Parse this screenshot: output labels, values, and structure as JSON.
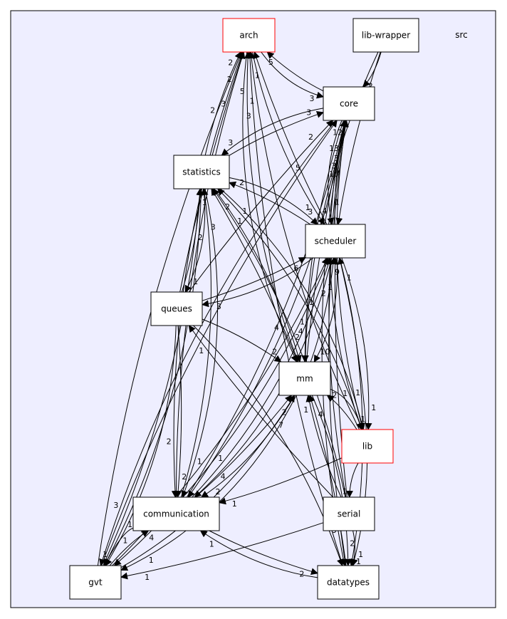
{
  "cluster": {
    "label": "src"
  },
  "nodes": [
    {
      "id": "arch",
      "label": "arch",
      "border": "#ff0000"
    },
    {
      "id": "lib-wrapper",
      "label": "lib-wrapper",
      "border": "#000000"
    },
    {
      "id": "core",
      "label": "core",
      "border": "#000000"
    },
    {
      "id": "statistics",
      "label": "statistics",
      "border": "#000000"
    },
    {
      "id": "scheduler",
      "label": "scheduler",
      "border": "#000000"
    },
    {
      "id": "queues",
      "label": "queues",
      "border": "#000000"
    },
    {
      "id": "mm",
      "label": "mm",
      "border": "#000000"
    },
    {
      "id": "lib",
      "label": "lib",
      "border": "#ff0000"
    },
    {
      "id": "communication",
      "label": "communication",
      "border": "#000000"
    },
    {
      "id": "serial",
      "label": "serial",
      "border": "#000000"
    },
    {
      "id": "gvt",
      "label": "gvt",
      "border": "#000000"
    },
    {
      "id": "datatypes",
      "label": "datatypes",
      "border": "#000000"
    }
  ],
  "edges": [
    {
      "from": "gvt",
      "to": "arch",
      "label": "2"
    },
    {
      "from": "communication",
      "to": "arch",
      "label": "3"
    },
    {
      "from": "statistics",
      "to": "arch",
      "label": "2"
    },
    {
      "from": "queues",
      "to": "arch",
      "label": "2"
    },
    {
      "from": "mm",
      "to": "arch",
      "label": "5"
    },
    {
      "from": "scheduler",
      "to": "arch",
      "label": "1"
    },
    {
      "from": "lib",
      "to": "arch",
      "label": "1"
    },
    {
      "from": "core",
      "to": "arch",
      "label": "5"
    },
    {
      "from": "datatypes",
      "to": "arch",
      "label": "3"
    },
    {
      "from": "arch",
      "to": "core",
      "label": "3"
    },
    {
      "from": "lib-wrapper",
      "to": "core",
      "label": "2"
    },
    {
      "from": "statistics",
      "to": "core",
      "label": "3"
    },
    {
      "from": "queues",
      "to": "core",
      "label": "2"
    },
    {
      "from": "gvt",
      "to": "core",
      "label": "5"
    },
    {
      "from": "communication",
      "to": "core",
      "label": "6"
    },
    {
      "from": "scheduler",
      "to": "core",
      "label": "12"
    },
    {
      "from": "mm",
      "to": "core",
      "label": "13"
    },
    {
      "from": "lib",
      "to": "core",
      "label": "3"
    },
    {
      "from": "serial",
      "to": "core",
      "label": "3"
    },
    {
      "from": "datatypes",
      "to": "core",
      "label": "10"
    },
    {
      "from": "core",
      "to": "statistics",
      "label": "3"
    },
    {
      "from": "scheduler",
      "to": "statistics",
      "label": "2"
    },
    {
      "from": "queues",
      "to": "statistics",
      "label": "1"
    },
    {
      "from": "gvt",
      "to": "statistics",
      "label": "2"
    },
    {
      "from": "communication",
      "to": "statistics",
      "label": "3"
    },
    {
      "from": "mm",
      "to": "statistics",
      "label": "2"
    },
    {
      "from": "lib",
      "to": "statistics",
      "label": "1"
    },
    {
      "from": "serial",
      "to": "statistics",
      "label": "1"
    },
    {
      "from": "statistics",
      "to": "scheduler",
      "label": "3"
    },
    {
      "from": "core",
      "to": "scheduler",
      "label": "4"
    },
    {
      "from": "arch",
      "to": "scheduler",
      "label": "1"
    },
    {
      "from": "lib-wrapper",
      "to": "scheduler",
      "label": "1"
    },
    {
      "from": "queues",
      "to": "scheduler",
      "label": "6"
    },
    {
      "from": "gvt",
      "to": "scheduler",
      "label": "1"
    },
    {
      "from": "communication",
      "to": "scheduler",
      "label": "2"
    },
    {
      "from": "mm",
      "to": "scheduler",
      "label": "9"
    },
    {
      "from": "lib",
      "to": "scheduler",
      "label": "1"
    },
    {
      "from": "serial",
      "to": "scheduler",
      "label": "1"
    },
    {
      "from": "scheduler",
      "to": "queues",
      "label": "3"
    },
    {
      "from": "statistics",
      "to": "queues",
      "label": "1"
    },
    {
      "from": "serial",
      "to": "queues",
      "label": "1"
    },
    {
      "from": "queues",
      "to": "mm",
      "label": "2"
    },
    {
      "from": "statistics",
      "to": "mm",
      "label": "2"
    },
    {
      "from": "arch",
      "to": "mm",
      "label": "4"
    },
    {
      "from": "scheduler",
      "to": "mm",
      "label": "10"
    },
    {
      "from": "core",
      "to": "mm",
      "label": "4"
    },
    {
      "from": "lib-wrapper",
      "to": "mm",
      "label": "1"
    },
    {
      "from": "communication",
      "to": "mm",
      "label": "2"
    },
    {
      "from": "gvt",
      "to": "mm",
      "label": "7"
    },
    {
      "from": "lib",
      "to": "mm",
      "label": "2"
    },
    {
      "from": "serial",
      "to": "mm",
      "label": "1"
    },
    {
      "from": "datatypes",
      "to": "mm",
      "label": "4"
    },
    {
      "from": "mm",
      "to": "lib",
      "label": "1"
    },
    {
      "from": "scheduler",
      "to": "lib",
      "label": "1"
    },
    {
      "from": "core",
      "to": "lib",
      "label": "1"
    },
    {
      "from": "statistics",
      "to": "lib",
      "label": "1"
    },
    {
      "from": "statistics",
      "to": "communication",
      "label": "1"
    },
    {
      "from": "arch",
      "to": "communication",
      "label": "2"
    },
    {
      "from": "queues",
      "to": "communication",
      "label": "2"
    },
    {
      "from": "scheduler",
      "to": "communication",
      "label": "4"
    },
    {
      "from": "mm",
      "to": "communication",
      "label": "2"
    },
    {
      "from": "lib",
      "to": "communication",
      "label": "1"
    },
    {
      "from": "core",
      "to": "communication",
      "label": "1"
    },
    {
      "from": "gvt",
      "to": "communication",
      "label": "4"
    },
    {
      "from": "lib",
      "to": "serial",
      "label": "1"
    },
    {
      "from": "core",
      "to": "gvt",
      "label": "3"
    },
    {
      "from": "statistics",
      "to": "gvt",
      "label": "1"
    },
    {
      "from": "scheduler",
      "to": "gvt",
      "label": "4"
    },
    {
      "from": "queues",
      "to": "gvt",
      "label": "1"
    },
    {
      "from": "communication",
      "to": "gvt",
      "label": "1"
    },
    {
      "from": "mm",
      "to": "gvt",
      "label": "1"
    },
    {
      "from": "serial",
      "to": "gvt",
      "label": "1"
    },
    {
      "from": "communication",
      "to": "datatypes",
      "label": "2"
    },
    {
      "from": "serial",
      "to": "datatypes",
      "label": "1"
    },
    {
      "from": "queues",
      "to": "datatypes",
      "label": "3"
    },
    {
      "from": "mm",
      "to": "datatypes",
      "label": "2"
    },
    {
      "from": "lib",
      "to": "datatypes",
      "label": "1"
    },
    {
      "from": "core",
      "to": "datatypes",
      "label": "9"
    },
    {
      "from": "scheduler",
      "to": "datatypes",
      "label": "1"
    },
    {
      "from": "datatypes",
      "to": "communication",
      "label": "1"
    }
  ]
}
